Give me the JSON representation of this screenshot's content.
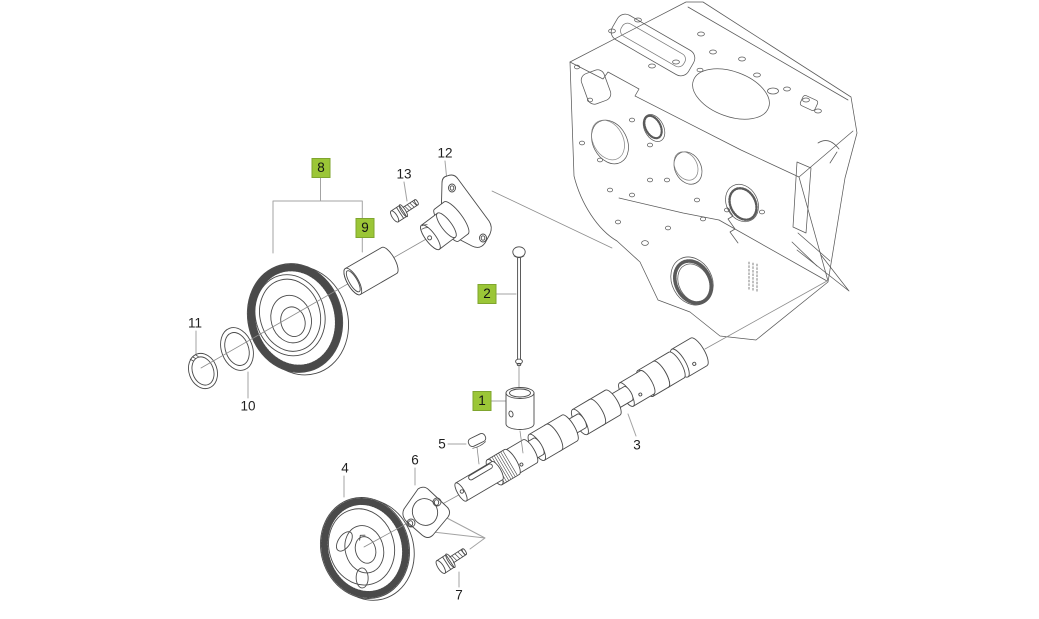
{
  "diagram": {
    "type": "exploded-parts-diagram",
    "subject": "engine cylinder block with camshaft, tappet, push rod, idler gear and camshaft gear assembly",
    "background": "#ffffff",
    "line_color": "#4a4a4a",
    "leader_color": "#a3a3a3"
  },
  "highlight": {
    "fill": "#9bc637",
    "border": "#7fa52e",
    "text": "#141414"
  },
  "callouts": [
    {
      "id": "1",
      "highlighted": true
    },
    {
      "id": "2",
      "highlighted": true
    },
    {
      "id": "3",
      "highlighted": false
    },
    {
      "id": "4",
      "highlighted": false
    },
    {
      "id": "5",
      "highlighted": false
    },
    {
      "id": "6",
      "highlighted": false
    },
    {
      "id": "7",
      "highlighted": false
    },
    {
      "id": "8",
      "highlighted": true
    },
    {
      "id": "9",
      "highlighted": true
    },
    {
      "id": "10",
      "highlighted": false
    },
    {
      "id": "11",
      "highlighted": false
    },
    {
      "id": "12",
      "highlighted": false
    },
    {
      "id": "13",
      "highlighted": false
    }
  ]
}
